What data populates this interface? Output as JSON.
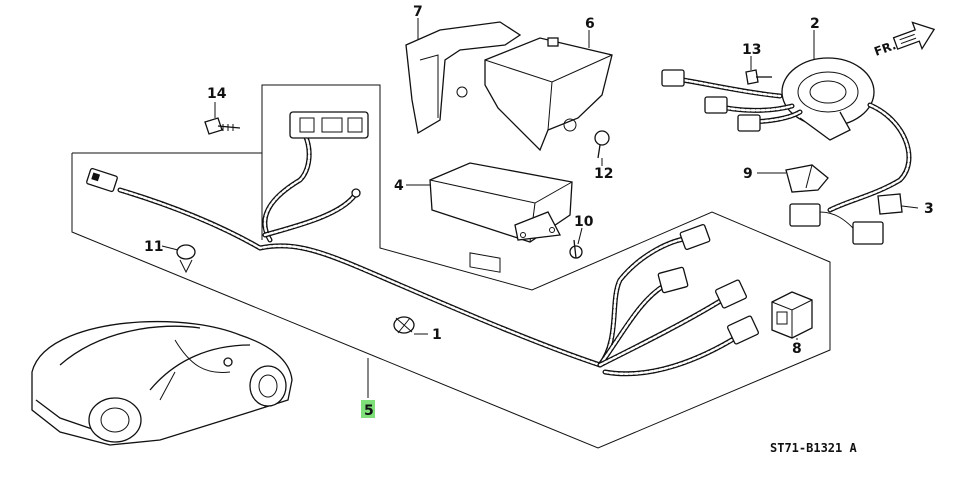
{
  "direction_label": "FR.",
  "reference_code": "ST71-B1321 A",
  "highlight_color": "#7fe07a",
  "callouts": {
    "p1": "1",
    "p2": "2",
    "p3": "3",
    "p4": "4",
    "p5": "5",
    "p6": "6",
    "p7": "7",
    "p8": "8",
    "p9": "9",
    "p10": "10",
    "p11": "11",
    "p12": "12",
    "p13": "13",
    "p14": "14"
  }
}
